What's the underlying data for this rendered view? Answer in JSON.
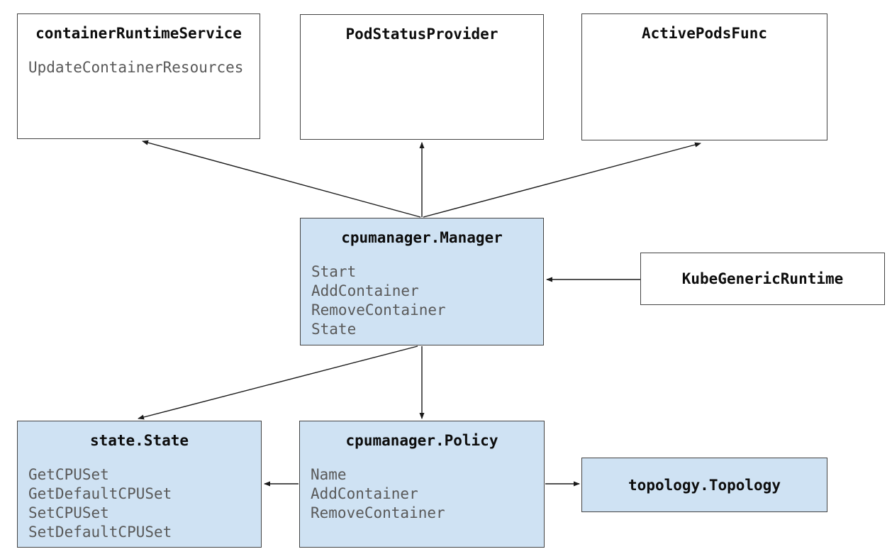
{
  "colors": {
    "highlight_fill": "#cfe2f3",
    "plain_fill": "#ffffff",
    "box_border": "#434343",
    "title_text": "#0d0d0d",
    "method_text": "#595959",
    "arrow": "#1a1a1a",
    "background": "#ffffff"
  },
  "boxes": {
    "container_runtime_service": {
      "title": "containerRuntimeService",
      "methods": [
        "UpdateContainerResources"
      ],
      "highlighted": false
    },
    "pod_status_provider": {
      "title": "PodStatusProvider",
      "methods": [],
      "highlighted": false
    },
    "active_pods_func": {
      "title": "ActivePodsFunc",
      "methods": [],
      "highlighted": false
    },
    "manager": {
      "title": "cpumanager.Manager",
      "methods": [
        "Start",
        "AddContainer",
        "RemoveContainer",
        "State"
      ],
      "highlighted": true
    },
    "kube_generic_runtime": {
      "title": "KubeGenericRuntime",
      "methods": [],
      "highlighted": false
    },
    "state": {
      "title": "state.State",
      "methods": [
        "GetCPUSet",
        "GetDefaultCPUSet",
        "SetCPUSet",
        "SetDefaultCPUSet"
      ],
      "highlighted": true
    },
    "policy": {
      "title": "cpumanager.Policy",
      "methods": [
        "Name",
        "AddContainer",
        "RemoveContainer"
      ],
      "highlighted": true
    },
    "topology": {
      "title": "topology.Topology",
      "methods": [],
      "highlighted": true
    }
  },
  "edges": [
    {
      "from": "manager",
      "to": "container_runtime_service"
    },
    {
      "from": "manager",
      "to": "pod_status_provider"
    },
    {
      "from": "manager",
      "to": "active_pods_func"
    },
    {
      "from": "kube_generic_runtime",
      "to": "manager"
    },
    {
      "from": "manager",
      "to": "state"
    },
    {
      "from": "manager",
      "to": "policy"
    },
    {
      "from": "policy",
      "to": "state"
    },
    {
      "from": "policy",
      "to": "topology"
    }
  ]
}
